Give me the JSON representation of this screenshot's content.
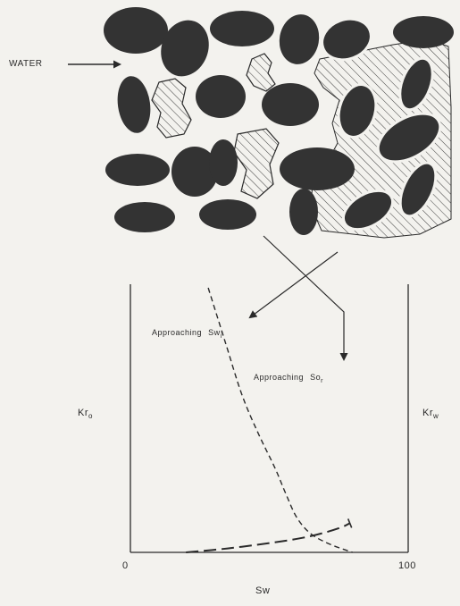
{
  "labels": {
    "water": "WATER",
    "approaching_sw_main": "Approaching",
    "approaching_sw_sub": "Sw",
    "approaching_sw_subscript": "i",
    "approaching_so_main": "Approaching",
    "approaching_so_sub": "So",
    "approaching_so_subscript": "r",
    "kro_main": "Kr",
    "kro_sub": "o",
    "krw_main": "Kr",
    "krw_sub": "w",
    "x_min": "0",
    "x_max": "100",
    "x_axis": "Sw"
  },
  "colors": {
    "grain": "#333333",
    "line": "#2a2a2a",
    "background": "#f3f2ee"
  },
  "chart_data": {
    "type": "line",
    "xlabel": "Sw",
    "xlim": [
      0,
      100
    ],
    "series": [
      {
        "name": "Kro",
        "style": "short-dash",
        "points": [
          [
            28,
            1.0
          ],
          [
            34,
            0.8
          ],
          [
            40,
            0.6
          ],
          [
            46,
            0.45
          ],
          [
            52,
            0.32
          ],
          [
            56,
            0.22
          ],
          [
            60,
            0.13
          ],
          [
            65,
            0.07
          ],
          [
            72,
            0.03
          ],
          [
            80,
            0.0
          ]
        ]
      },
      {
        "name": "Krw",
        "style": "long-dash",
        "points": [
          [
            20,
            0.0
          ],
          [
            35,
            0.015
          ],
          [
            50,
            0.035
          ],
          [
            62,
            0.055
          ],
          [
            70,
            0.075
          ],
          [
            76,
            0.095
          ],
          [
            79,
            0.11
          ]
        ]
      }
    ]
  }
}
